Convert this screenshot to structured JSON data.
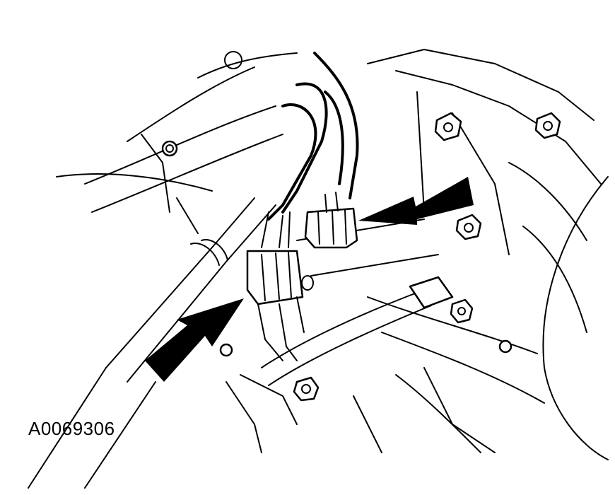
{
  "figure": {
    "id_label": "A0069306",
    "background": "#ffffff",
    "line_color": "#000000",
    "callouts": [
      {
        "name": "lower-connector-arrow",
        "points_to": "lower-connector"
      },
      {
        "name": "upper-connector-arrow",
        "points_to": "upper-connector"
      }
    ]
  }
}
